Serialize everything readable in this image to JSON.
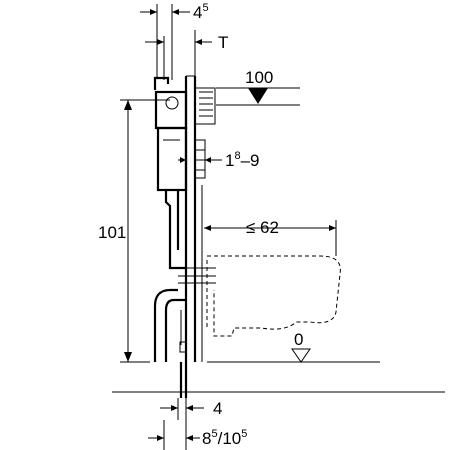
{
  "dimensions": {
    "top_width": {
      "base": "4",
      "sup": "5"
    },
    "frame_thickness": "T",
    "top_height": "100",
    "cover_range": {
      "base": "1",
      "sup": "8",
      "suffix": "–9"
    },
    "bowl_reach": "≤ 62",
    "frame_height": "101",
    "floor_level": "0",
    "foot_width": "4",
    "foot_offset": {
      "base": "8",
      "sup1": "5",
      "mid": "/10",
      "sup2": "5"
    }
  }
}
